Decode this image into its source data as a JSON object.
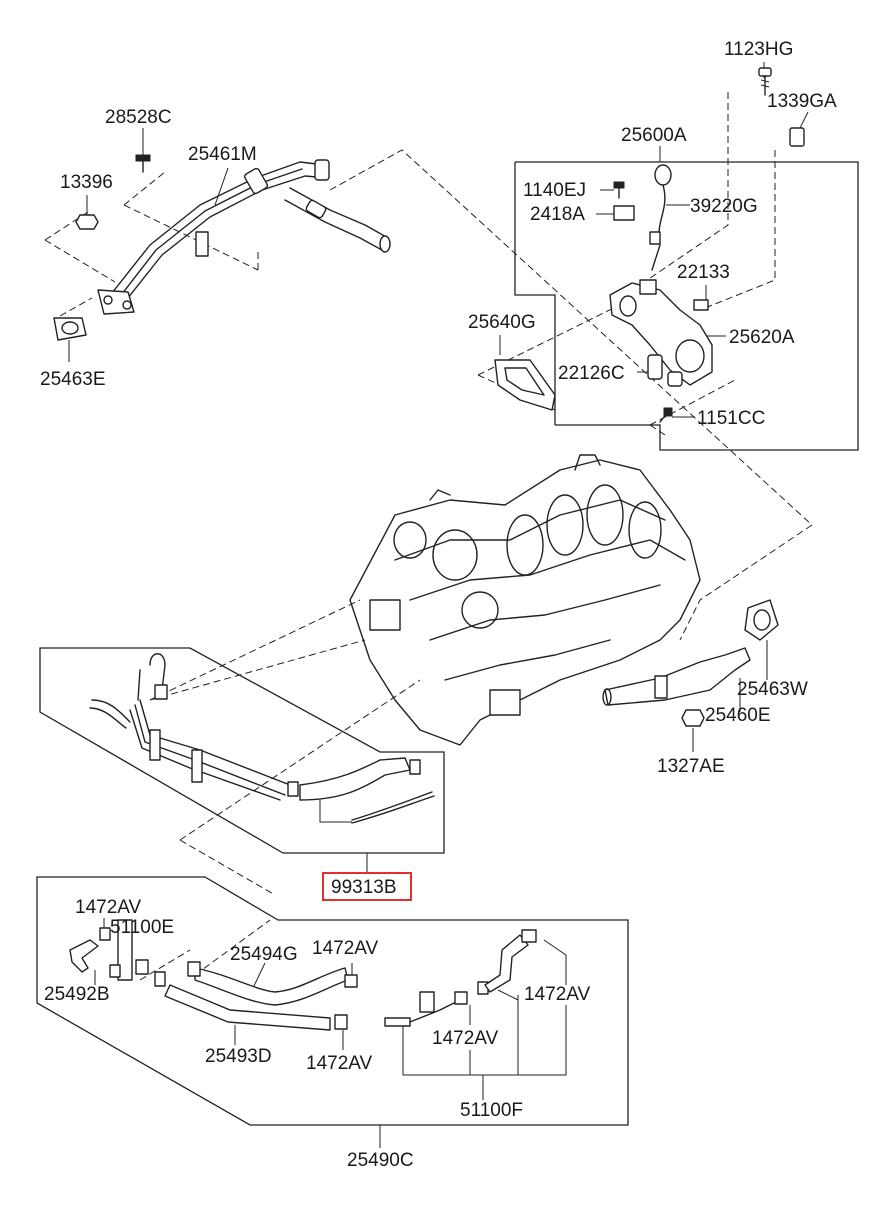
{
  "labels": {
    "l_1123HG": "1123HG",
    "l_1339GA": "1339GA",
    "l_28528C": "28528C",
    "l_25461M": "25461M",
    "l_25600A": "25600A",
    "l_13396": "13396",
    "l_1140EJ": "1140EJ",
    "l_39220G": "39220G",
    "l_2418A": "2418A",
    "l_22133": "22133",
    "l_25640G": "25640G",
    "l_25620A": "25620A",
    "l_25463E": "25463E",
    "l_22126C": "22126C",
    "l_1151CC": "1151CC",
    "l_25463W": "25463W",
    "l_25460E": "25460E",
    "l_1327AE": "1327AE",
    "l_99313B": "99313B",
    "l_1472AV_a": "1472AV",
    "l_51100E": "51100E",
    "l_25494G": "25494G",
    "l_1472AV_b": "1472AV",
    "l_25492B": "25492B",
    "l_1472AV_c": "1472AV",
    "l_25493D": "25493D",
    "l_1472AV_d": "1472AV",
    "l_1472AV_e": "1472AV",
    "l_51100F": "51100F",
    "l_25490C": "25490C"
  },
  "highlight_color": "#e23030"
}
